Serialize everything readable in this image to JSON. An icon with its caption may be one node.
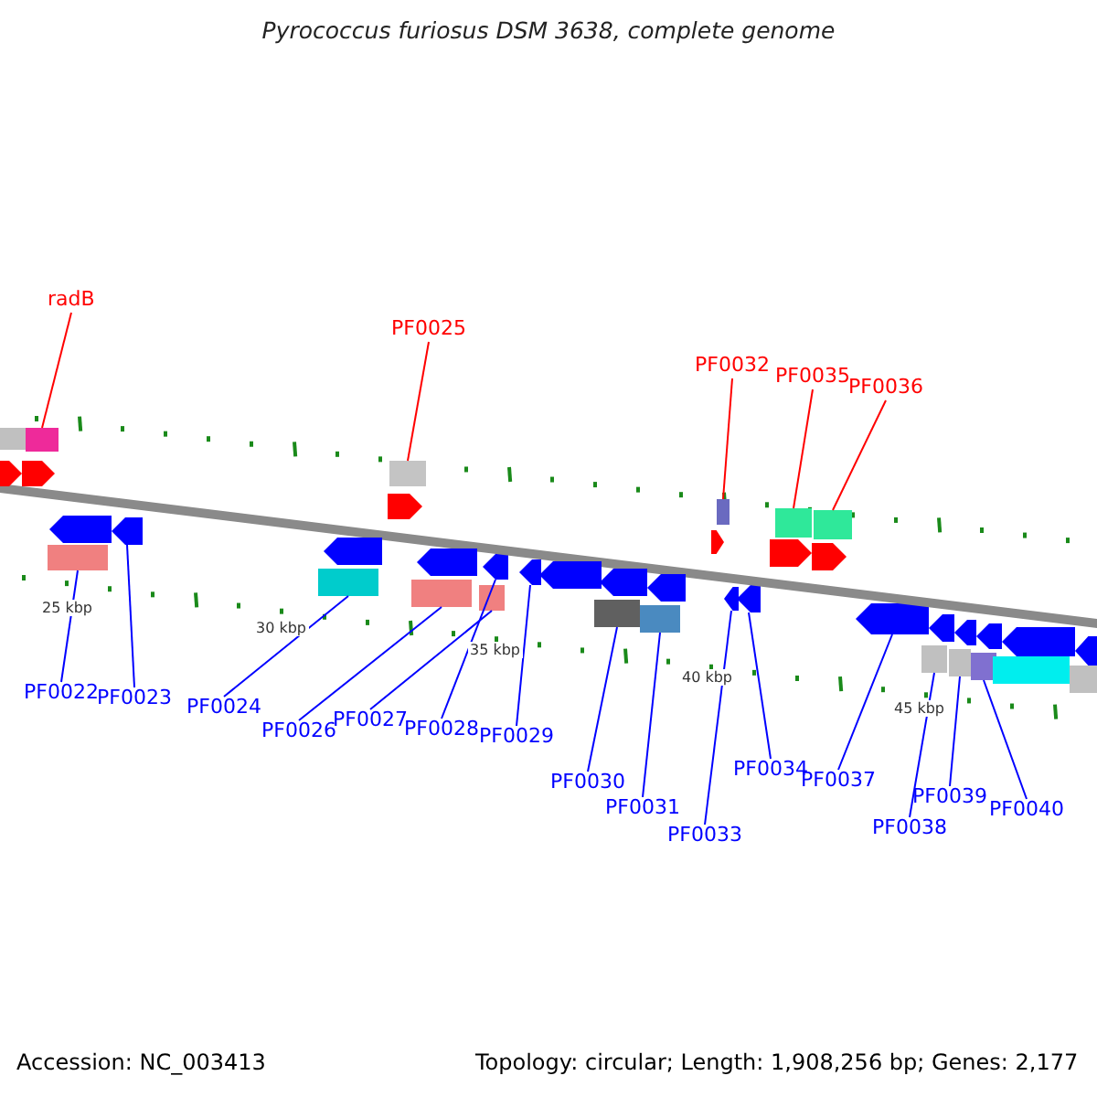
{
  "diagram": {
    "title": "Pyrococcus furiosus DSM 3638, complete genome",
    "nodes": [
      {
        "text": [
          "radB"
        ]
      },
      {
        "text": [],
        "shape": "box"
      },
      {
        "text": [
          "PF0025"
        ]
      },
      {
        "text": [],
        "shape": "box"
      },
      {
        "text": [
          "PF0032"
        ]
      },
      {
        "text": [],
        "shape": "box"
      },
      {
        "text": [
          "PF0035"
        ]
      },
      {
        "text": [],
        "shape": "box"
      },
      {
        "text": [
          "PF0036"
        ]
      },
      {
        "text": [],
        "shape": "box"
      },
      {
        "text": [
          "PF0022"
        ]
      },
      {
        "text": [],
        "shape": "box"
      },
      {
        "text": [
          "PF0023"
        ]
      },
      {
        "text": [],
        "shape": "arrow"
      },
      {
        "text": [
          "PF0024"
        ]
      },
      {
        "text": [],
        "shape": "box"
      },
      {
        "text": [
          "PF0026"
        ]
      },
      {
        "text": [],
        "shape": "box"
      },
      {
        "text": [
          "PF0027"
        ]
      },
      {
        "text": [],
        "shape": "box"
      },
      {
        "text": [
          "PF0028"
        ]
      },
      {
        "text": [],
        "shape": "arrow"
      },
      {
        "text": [
          "PF0029"
        ]
      },
      {
        "text": [],
        "shape": "arrow"
      },
      {
        "text": [
          "PF0030"
        ]
      },
      {
        "text": [],
        "shape": "box"
      },
      {
        "text": [
          "PF0031"
        ]
      },
      {
        "text": [],
        "shape": "box"
      },
      {
        "text": [
          "PF0033"
        ]
      },
      {
        "text": [],
        "shape": "arrow"
      },
      {
        "text": [
          "PF0034"
        ]
      },
      {
        "text": [],
        "shape": "arrow"
      },
      {
        "text": [
          "PF0037"
        ]
      },
      {
        "text": [],
        "shape": "arrow"
      },
      {
        "text": [
          "PF0038"
        ]
      },
      {
        "text": [],
        "shape": "box"
      },
      {
        "text": [
          "PF0039"
        ]
      },
      {
        "text": [],
        "shape": "box"
      },
      {
        "text": [
          "PF0040"
        ]
      },
      {
        "text": [],
        "shape": "box"
      },
      {
        "text": [],
        "shape": "bar"
      },
      {
        "text": [],
        "shape": "box"
      },
      {
        "text": [],
        "shape": "arrow"
      },
      {
        "text": [],
        "shape": "arrow"
      },
      {
        "text": [],
        "shape": "arrow"
      },
      {
        "text": [],
        "shape": "arrow"
      },
      {
        "text": [],
        "shape": "arrow"
      },
      {
        "text": [],
        "shape": "arrow"
      },
      {
        "text": [],
        "shape": "arrow"
      },
      {
        "text": [],
        "shape": "arrow"
      },
      {
        "text": [],
        "shape": "arrow"
      },
      {
        "text": [],
        "shape": "arrow"
      },
      {
        "text": [],
        "shape": "arrow"
      },
      {
        "text": [],
        "shape": "arrow"
      },
      {
        "text": [],
        "shape": "arrow"
      },
      {
        "text": [],
        "shape": "arrow"
      },
      {
        "text": [],
        "shape": "arrow"
      },
      {
        "text": [],
        "shape": "arrow"
      },
      {
        "text": [],
        "shape": "arrow"
      },
      {
        "text": [],
        "shape": "box"
      },
      {
        "text": [],
        "shape": "box"
      }
    ],
    "edges": [
      {
        "from": 0,
        "to": 1,
        "arrow": "none",
        "color": "#ff0000"
      },
      {
        "from": 2,
        "to": 3,
        "arrow": "none",
        "color": "#ff0000"
      },
      {
        "from": 4,
        "to": 5,
        "arrow": "none",
        "color": "#ff0000"
      },
      {
        "from": 6,
        "to": 7,
        "arrow": "none",
        "color": "#ff0000"
      },
      {
        "from": 8,
        "to": 9,
        "arrow": "none",
        "color": "#ff0000"
      },
      {
        "from": 10,
        "to": 11,
        "arrow": "none"
      },
      {
        "from": 12,
        "to": 13,
        "arrow": "none"
      },
      {
        "from": 14,
        "to": 15,
        "arrow": "none"
      },
      {
        "from": 16,
        "to": 17,
        "arrow": "none"
      },
      {
        "from": 18,
        "to": 19,
        "arrow": "none"
      },
      {
        "from": 20,
        "to": 21,
        "arrow": "none"
      },
      {
        "from": 22,
        "to": 23,
        "arrow": "none"
      },
      {
        "from": 24,
        "to": 25,
        "arrow": "none"
      },
      {
        "from": 26,
        "to": 27,
        "arrow": "none"
      },
      {
        "from": 28,
        "to": 29,
        "arrow": "none"
      },
      {
        "from": 30,
        "to": 31,
        "arrow": "none"
      },
      {
        "from": 32,
        "to": 33,
        "arrow": "none"
      },
      {
        "from": 34,
        "to": 35,
        "arrow": "none"
      },
      {
        "from": 36,
        "to": 37,
        "arrow": "none"
      },
      {
        "from": 38,
        "to": 39,
        "arrow": "none"
      }
    ],
    "labels": [
      "25 kbp",
      "30 kbp",
      "35 kbp",
      "40 kbp",
      "45 kbp",
      "Accession: NC_003413",
      "Topology: circular; Length: 1,908,256 bp; Genes: 2,177"
    ]
  }
}
